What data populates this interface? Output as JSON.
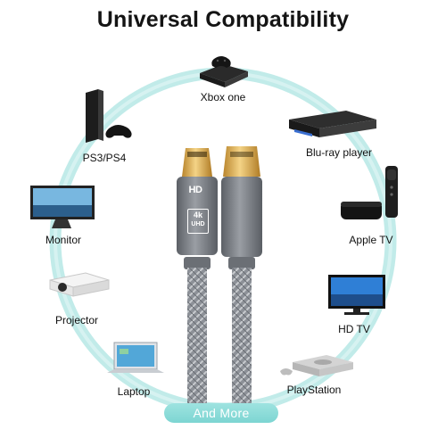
{
  "title": "Universal Compatibility",
  "devices": [
    {
      "id": "xbox",
      "label": "Xbox one",
      "icon": "xbox-console-icon"
    },
    {
      "id": "bluray",
      "label": "Blu-ray player",
      "icon": "bluray-player-icon"
    },
    {
      "id": "appletv",
      "label": "Apple TV",
      "icon": "apple-tv-icon"
    },
    {
      "id": "hdtv",
      "label": "HD TV",
      "icon": "hd-tv-icon"
    },
    {
      "id": "playstation",
      "label": "PlayStation",
      "icon": "playstation-classic-icon"
    },
    {
      "id": "laptop",
      "label": "Laptop",
      "icon": "laptop-icon"
    },
    {
      "id": "projector",
      "label": "Projector",
      "icon": "projector-icon"
    },
    {
      "id": "monitor",
      "label": "Monitor",
      "icon": "monitor-icon"
    },
    {
      "id": "ps4",
      "label": "PS3/PS4",
      "icon": "ps4-console-icon"
    }
  ],
  "more_label": "And More",
  "cable": {
    "logo_text": "HD",
    "badge_top": "4k",
    "badge_bottom": "UHD"
  },
  "colors": {
    "ring": "#a8e3e0",
    "pill": "#85d8d5",
    "cable_housing": "#7a7e85",
    "connector_gold": "#d8a94a"
  }
}
